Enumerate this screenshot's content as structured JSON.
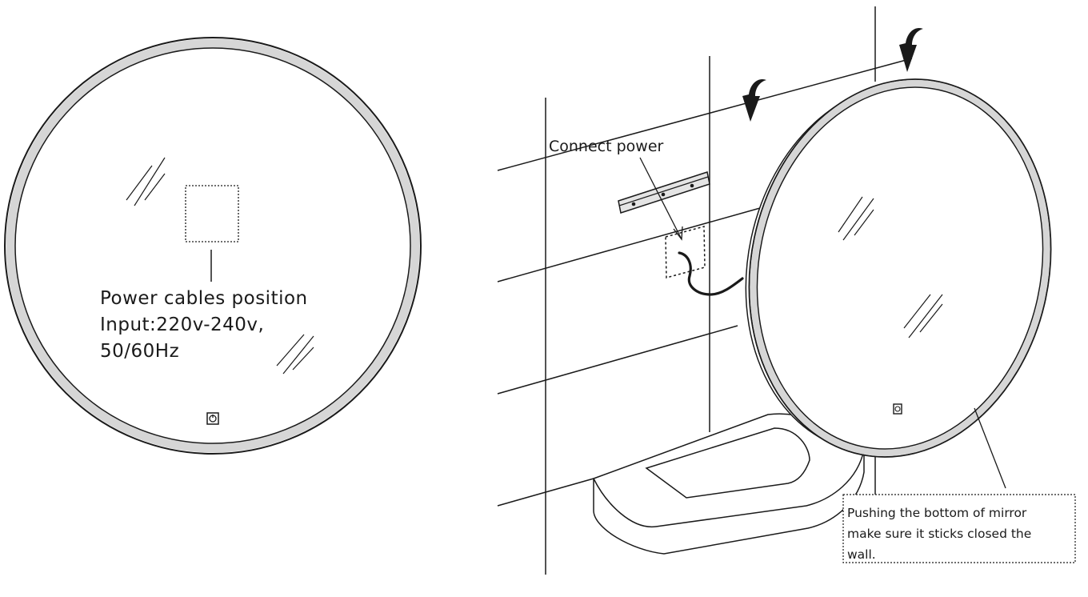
{
  "left_view": {
    "power_label_line1": "Power cables position",
    "power_label_line2": "Input:220v-240v,",
    "power_label_line3": "50/60Hz"
  },
  "right_view": {
    "connect_label": "Connect power",
    "push_note_line1": "Pushing the bottom of mirror",
    "push_note_line2": "make sure it sticks closed the",
    "push_note_line3": "wall."
  },
  "icons": [
    "touch-switch-icon",
    "rotate-arrow-icon",
    "wall-bracket-icon"
  ]
}
